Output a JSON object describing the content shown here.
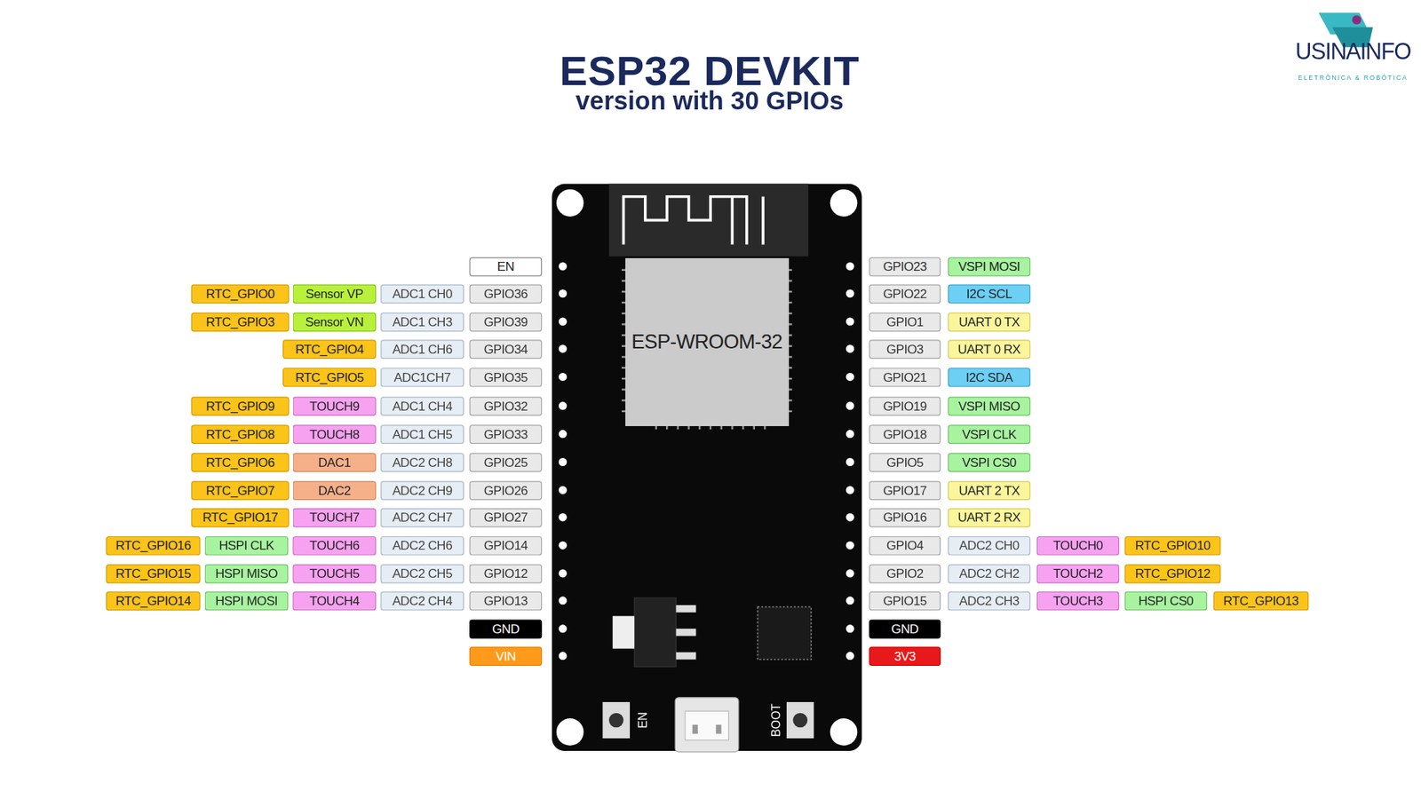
{
  "diagram": {
    "title": "ESP32 DEVKIT",
    "nodes": [
      {
        "text": [
          "EN"
        ]
      },
      {
        "text": [
          "GPIO23"
        ]
      },
      {
        "text": [
          "VSPI MOSI"
        ]
      },
      {
        "text": [
          "RTC_GPIO0"
        ]
      },
      {
        "text": [
          "Sensor VP"
        ]
      },
      {
        "text": [
          "ADC1 CH0"
        ]
      },
      {
        "text": [
          "GPIO36"
        ]
      },
      {
        "text": [
          "GPIO22"
        ]
      },
      {
        "text": [
          "I2C SCL"
        ]
      },
      {
        "text": [
          "RTC_GPIO3"
        ]
      },
      {
        "text": [
          "Sensor VN"
        ]
      },
      {
        "text": [
          "ADC1 CH3"
        ]
      },
      {
        "text": [
          "GPIO39"
        ]
      },
      {
        "text": [
          "GPIO1"
        ]
      },
      {
        "text": [
          "UART 0 TX"
        ]
      },
      {
        "text": [
          "RTC_GPIO4"
        ]
      },
      {
        "text": [
          "ADC1 CH6"
        ]
      },
      {
        "text": [
          "GPIO34"
        ]
      },
      {
        "text": [
          "GPIO3"
        ]
      },
      {
        "text": [
          "UART 0 RX"
        ]
      },
      {
        "text": [
          "RTC_GPIO5"
        ]
      },
      {
        "text": [
          "ADC1CH7"
        ]
      },
      {
        "text": [
          "GPIO35"
        ]
      },
      {
        "text": [
          "GPIO21"
        ]
      },
      {
        "text": [
          "I2C SDA"
        ]
      },
      {
        "text": [
          "RTC_GPIO9"
        ]
      },
      {
        "text": [
          "TOUCH9"
        ]
      },
      {
        "text": [
          "ADC1 CH4"
        ]
      },
      {
        "text": [
          "GPIO32"
        ]
      },
      {
        "text": [
          "GPIO19"
        ]
      },
      {
        "text": [
          "VSPI MISO"
        ]
      },
      {
        "text": [
          "RTC_GPIO8"
        ]
      },
      {
        "text": [
          "TOUCH8"
        ]
      },
      {
        "text": [
          "ADC1 CH5"
        ]
      },
      {
        "text": [
          "GPIO33"
        ]
      },
      {
        "text": [
          "GPIO18"
        ]
      },
      {
        "text": [
          "VSPI CLK"
        ]
      },
      {
        "text": [
          "RTC_GPIO6"
        ]
      },
      {
        "text": [
          "DAC1"
        ]
      },
      {
        "text": [
          "ADC2 CH8"
        ]
      },
      {
        "text": [
          "GPIO25"
        ]
      },
      {
        "text": [
          "GPIO5"
        ]
      },
      {
        "text": [
          "VSPI CS0"
        ]
      },
      {
        "text": [
          "RTC_GPIO7"
        ]
      },
      {
        "text": [
          "DAC2"
        ]
      },
      {
        "text": [
          "ADC2 CH9"
        ]
      },
      {
        "text": [
          "GPIO26"
        ]
      },
      {
        "text": [
          "GPIO17"
        ]
      },
      {
        "text": [
          "UART 2 TX"
        ]
      },
      {
        "text": [
          "RTC_GPIO17"
        ]
      },
      {
        "text": [
          "TOUCH7"
        ]
      },
      {
        "text": [
          "ADC2 CH7"
        ]
      },
      {
        "text": [
          "GPIO27"
        ]
      },
      {
        "text": [
          "GPIO16"
        ]
      },
      {
        "text": [
          "UART 2 RX"
        ]
      },
      {
        "text": [
          "RTC_GPIO16"
        ]
      },
      {
        "text": [
          "HSPI CLK"
        ]
      },
      {
        "text": [
          "TOUCH6"
        ]
      },
      {
        "text": [
          "ADC2 CH6"
        ]
      },
      {
        "text": [
          "GPIO14"
        ]
      },
      {
        "text": [
          "GPIO4"
        ]
      },
      {
        "text": [
          "ADC2 CH0"
        ]
      },
      {
        "text": [
          "TOUCH0"
        ]
      },
      {
        "text": [
          "RTC_GPIO10"
        ]
      },
      {
        "text": [
          "RTC_GPIO15"
        ]
      },
      {
        "text": [
          "HSPI MISO"
        ]
      },
      {
        "text": [
          "TOUCH5"
        ]
      },
      {
        "text": [
          "ADC2 CH5"
        ]
      },
      {
        "text": [
          "GPIO12"
        ]
      },
      {
        "text": [
          "GPIO2"
        ]
      },
      {
        "text": [
          "ADC2 CH2"
        ]
      },
      {
        "text": [
          "TOUCH2"
        ]
      },
      {
        "text": [
          "RTC_GPIO12"
        ]
      },
      {
        "text": [
          "RTC_GPIO14"
        ]
      },
      {
        "text": [
          "HSPI MOSI"
        ]
      },
      {
        "text": [
          "TOUCH4"
        ]
      },
      {
        "text": [
          "ADC2 CH4"
        ]
      },
      {
        "text": [
          "GPIO13"
        ]
      },
      {
        "text": [
          "GPIO15"
        ]
      },
      {
        "text": [
          "ADC2 CH3"
        ]
      },
      {
        "text": [
          "TOUCH3"
        ]
      },
      {
        "text": [
          "HSPI CS0"
        ]
      },
      {
        "text": [
          "RTC_GPIO13"
        ]
      },
      {
        "text": [
          "GND"
        ]
      },
      {
        "text": [
          "GND"
        ]
      },
      {
        "text": [
          "VIN"
        ]
      },
      {
        "text": [
          "3V3"
        ]
      },
      {
        "text": [
          "ESP-WROOM-32"
        ]
      }
    ],
    "labels": [
      "version with 30 GPIOs",
      "USINAINFO",
      "ELETRÔNICA & ROBÓTICA",
      "EN",
      "BOOT"
    ]
  }
}
